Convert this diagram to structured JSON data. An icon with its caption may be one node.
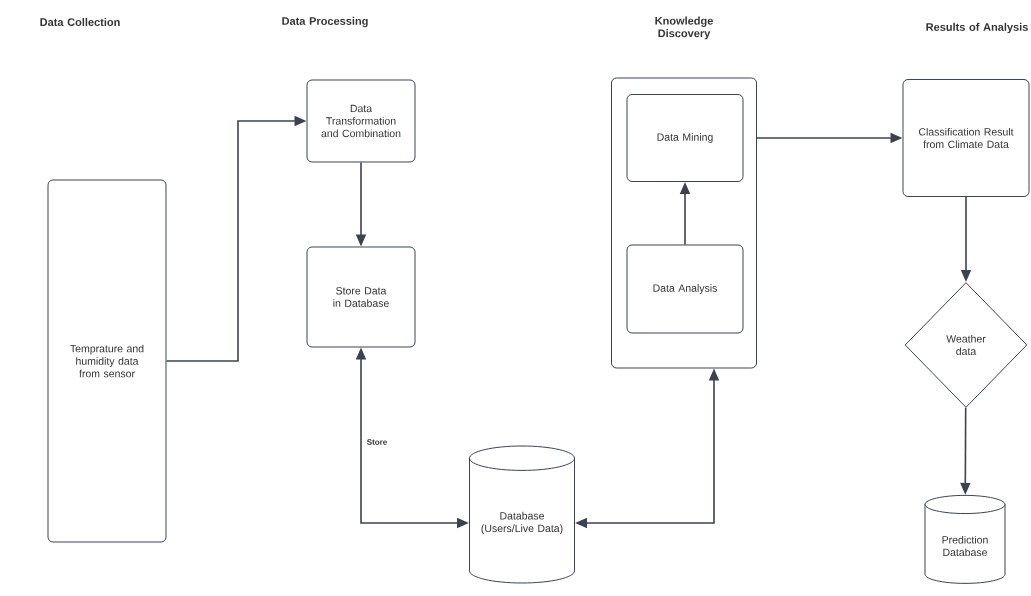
{
  "diagram": {
    "nodes": [
      {
        "text": [
          "Temprature and humidity data from sensor"
        ]
      },
      {
        "text": [
          "Data Transformation and Combination"
        ]
      },
      {
        "text": [
          "Store Data in Database"
        ]
      },
      {
        "text": [
          "Database (Users/Live Data)"
        ]
      },
      {
        "text": [],
        "shape": "box"
      },
      {
        "text": [
          "Data Mining"
        ],
        "in": 4
      },
      {
        "text": [
          "Data Analysis"
        ],
        "in": 4
      },
      {
        "text": [
          "Classification Result from Climate Data"
        ]
      },
      {
        "text": [
          "Weather data"
        ]
      },
      {
        "text": [
          "Prediction Database"
        ]
      }
    ],
    "edges": [
      {
        "from": 0,
        "to": 1,
        "arrow": "to"
      },
      {
        "from": 1,
        "to": 2,
        "arrow": "to"
      },
      {
        "from": 2,
        "to": 3,
        "arrow": "both",
        "label": "Store"
      },
      {
        "from": 3,
        "to": 4,
        "arrow": "both"
      },
      {
        "from": 6,
        "to": 5,
        "arrow": "to"
      },
      {
        "from": 4,
        "to": 7,
        "arrow": "to"
      },
      {
        "from": 7,
        "to": 8,
        "arrow": "to"
      },
      {
        "from": 8,
        "to": 9,
        "arrow": "to"
      }
    ],
    "labels": [
      "Data Collection",
      "Data Processing",
      "Knowledge Discovery",
      "Results of Analysis"
    ]
  }
}
